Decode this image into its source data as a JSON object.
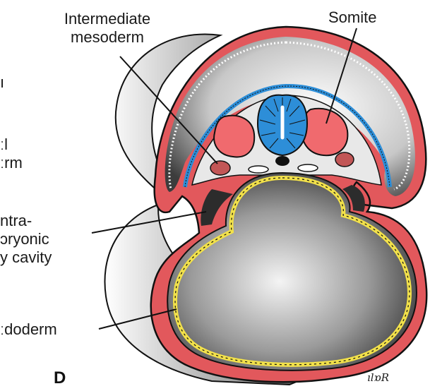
{
  "labels": {
    "intermediate_mesoderm": [
      "Intermediate",
      "mesoderm"
    ],
    "somite": "Somite",
    "left_cut_1": "ı",
    "left_cut_2": [
      "ːl",
      "ːrm"
    ],
    "intraembryonic": [
      "ntra-",
      "ɔryonic",
      "y cavity"
    ],
    "endoderm": "ːdoderm",
    "panel": "D",
    "signature": "ılɒR"
  },
  "colors": {
    "ectoderm_red": "#e2585c",
    "somite_pink": "#f06a6e",
    "neural_tube_blue": "#2d8ed8",
    "endoderm_yellow": "#f2e14a",
    "yolk_grey": "#6a6a6a",
    "outline": "#111111"
  }
}
